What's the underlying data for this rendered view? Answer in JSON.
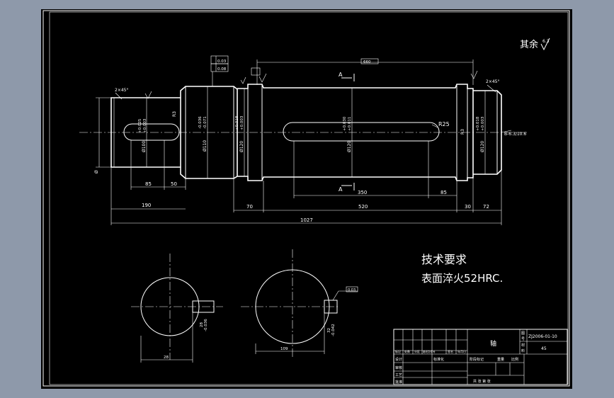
{
  "drawing": {
    "roughness_note": "其余",
    "roughness_mark_value": "6.3",
    "tech_req_title": "技术要求",
    "tech_req_text": "表面淬火52HRC."
  },
  "dims": {
    "overall_length": "1027",
    "len_190": "190",
    "len_70": "70",
    "len_520": "520",
    "len_30": "30",
    "len_72": "72",
    "len_85_left": "85",
    "len_50": "50",
    "len_350": "350",
    "len_85_right": "85",
    "total_top": "660",
    "chamfer_left": "2×45°",
    "chamfer_right": "2×45°",
    "radius_r25": "R25",
    "center_hole": "B-6.3/10.6",
    "dia_left": "Ø100",
    "dia_2": "Ø110",
    "dia_3": "Ø120",
    "dia_4": "Ø120",
    "dia_5": "Ø120",
    "tol_left_upper": "+0.025",
    "tol_left_lower": "+0.003",
    "tol_2_upper": "-0.036",
    "tol_2_lower": "-0.071",
    "tol_3_upper": "+0.018",
    "tol_3_lower": "+0.003",
    "tol_4_upper": "+0.030",
    "tol_4_lower": "+0.011",
    "tol_5_upper": "+0.018",
    "tol_5_lower": "+0.003",
    "gdt_row1": "0.03",
    "gdt_row2": "0.08",
    "section_label": "A",
    "r_small": "R3",
    "angle_mark": "Ø"
  },
  "sections": {
    "left_key_width": "28",
    "left_key_depth": "0",
    "right_key_width": "32",
    "right_key_depth": "0",
    "left_tol": "-0.036",
    "right_tol": "-0.042",
    "left_bottom_dim": "28",
    "right_bottom_dim": "109",
    "right_tag": "0.03"
  },
  "title_block": {
    "part_name": "轴",
    "drawing_no": "ZJ2006-01-10",
    "material": "45",
    "scale_label": "比例",
    "weight_label": "重量",
    "sheet_label": "共 张 第 张",
    "row_labels": [
      "设计",
      "审核",
      "工艺",
      "批准"
    ],
    "col_headers": [
      "标记",
      "处数",
      "分区",
      "更改文件号",
      "签名",
      "年月日"
    ],
    "stage_label": "阶段标记",
    "standard_label": "标准化",
    "side_labels": [
      "图",
      "号",
      "材",
      "料"
    ]
  }
}
